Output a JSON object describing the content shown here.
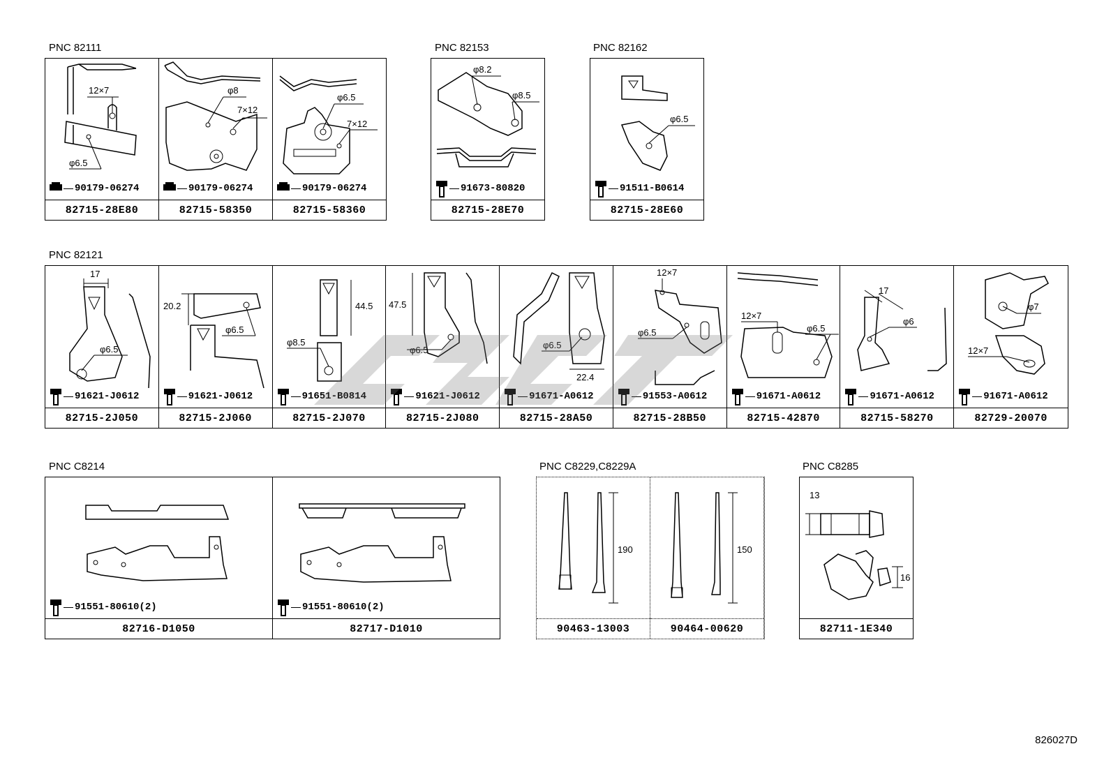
{
  "groups": [
    {
      "pnc": "PNC 82111",
      "cells": [
        {
          "fastener": "90179-06274",
          "fastener_type": "nut",
          "part": "82715-28E80",
          "dims": [
            "12×7",
            "φ6.5"
          ]
        },
        {
          "fastener": "90179-06274",
          "fastener_type": "nut",
          "part": "82715-58350",
          "dims": [
            "φ8",
            "7×12"
          ]
        },
        {
          "fastener": "90179-06274",
          "fastener_type": "nut",
          "part": "82715-58360",
          "dims": [
            "φ6.5",
            "7×12"
          ]
        }
      ]
    },
    {
      "pnc": "PNC 82153",
      "cells": [
        {
          "fastener": "91673-80820",
          "fastener_type": "bolt",
          "part": "82715-28E70",
          "dims": [
            "φ8.2",
            "φ8.5"
          ]
        }
      ]
    },
    {
      "pnc": "PNC 82162",
      "cells": [
        {
          "fastener": "91511-B0614",
          "fastener_type": "bolt",
          "part": "82715-28E60",
          "dims": [
            "φ6.5"
          ]
        }
      ]
    },
    {
      "pnc": "PNC 82121",
      "cells": [
        {
          "fastener": "91621-J0612",
          "fastener_type": "bolt",
          "part": "82715-2J050",
          "dims": [
            "17",
            "φ6.5"
          ]
        },
        {
          "fastener": "91621-J0612",
          "fastener_type": "bolt",
          "part": "82715-2J060",
          "dims": [
            "20.2",
            "φ6.5"
          ]
        },
        {
          "fastener": "91651-B0814",
          "fastener_type": "bolt",
          "part": "82715-2J070",
          "dims": [
            "44.5",
            "φ8.5"
          ]
        },
        {
          "fastener": "91621-J0612",
          "fastener_type": "bolt",
          "part": "82715-2J080",
          "dims": [
            "47.5",
            "φ6.5"
          ]
        },
        {
          "fastener": "91671-A0612",
          "fastener_type": "bolt",
          "part": "82715-28A50",
          "dims": [
            "φ6.5",
            "22.4"
          ]
        },
        {
          "fastener": "91553-A0612",
          "fastener_type": "bolt",
          "part": "82715-28B50",
          "dims": [
            "12×7",
            "φ6.5"
          ]
        },
        {
          "fastener": "91671-A0612",
          "fastener_type": "bolt",
          "part": "82715-42870",
          "dims": [
            "12×7",
            "φ6.5"
          ]
        },
        {
          "fastener": "91671-A0612",
          "fastener_type": "bolt",
          "part": "82715-58270",
          "dims": [
            "17",
            "φ6"
          ]
        },
        {
          "fastener": "91671-A0612",
          "fastener_type": "bolt",
          "part": "82729-20070",
          "dims": [
            "φ7",
            "12×7"
          ]
        }
      ]
    },
    {
      "pnc": "PNC C8214",
      "cells": [
        {
          "fastener": "91551-80610(2)",
          "fastener_type": "bolt",
          "part": "82716-D1050",
          "dims": []
        },
        {
          "fastener": "91551-80610(2)",
          "fastener_type": "bolt",
          "part": "82717-D1010",
          "dims": []
        }
      ]
    },
    {
      "pnc": "PNC C8229,C8229A",
      "cells": [
        {
          "fastener": "",
          "fastener_type": "none",
          "part": "90463-13003",
          "dims": [
            "190"
          ]
        },
        {
          "fastener": "",
          "fastener_type": "none",
          "part": "90464-00620",
          "dims": [
            "150"
          ]
        }
      ]
    },
    {
      "pnc": "PNC C8285",
      "cells": [
        {
          "fastener": "",
          "fastener_type": "none",
          "part": "82711-1E340",
          "dims": [
            "13",
            "16"
          ]
        }
      ]
    }
  ],
  "footer_code": "826027D"
}
